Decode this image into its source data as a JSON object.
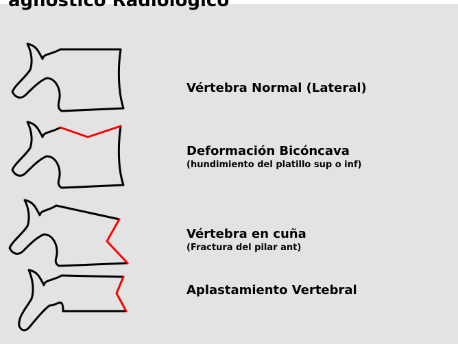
{
  "title": "agnóstico   Radiológico",
  "highlight_color": "#ff0000",
  "outline_color": "#000000",
  "panel_background": "#e3e3e3",
  "items": [
    {
      "label": "Vértebra Normal (Lateral)",
      "sublabel": ""
    },
    {
      "label": "Deformación Bicóncava",
      "sublabel": "(hundimiento del platillo sup o inf)"
    },
    {
      "label": "Vértebra en cuña",
      "sublabel": "(Fractura del pilar ant)"
    },
    {
      "label": "Aplastamiento Vertebral",
      "sublabel": ""
    }
  ]
}
